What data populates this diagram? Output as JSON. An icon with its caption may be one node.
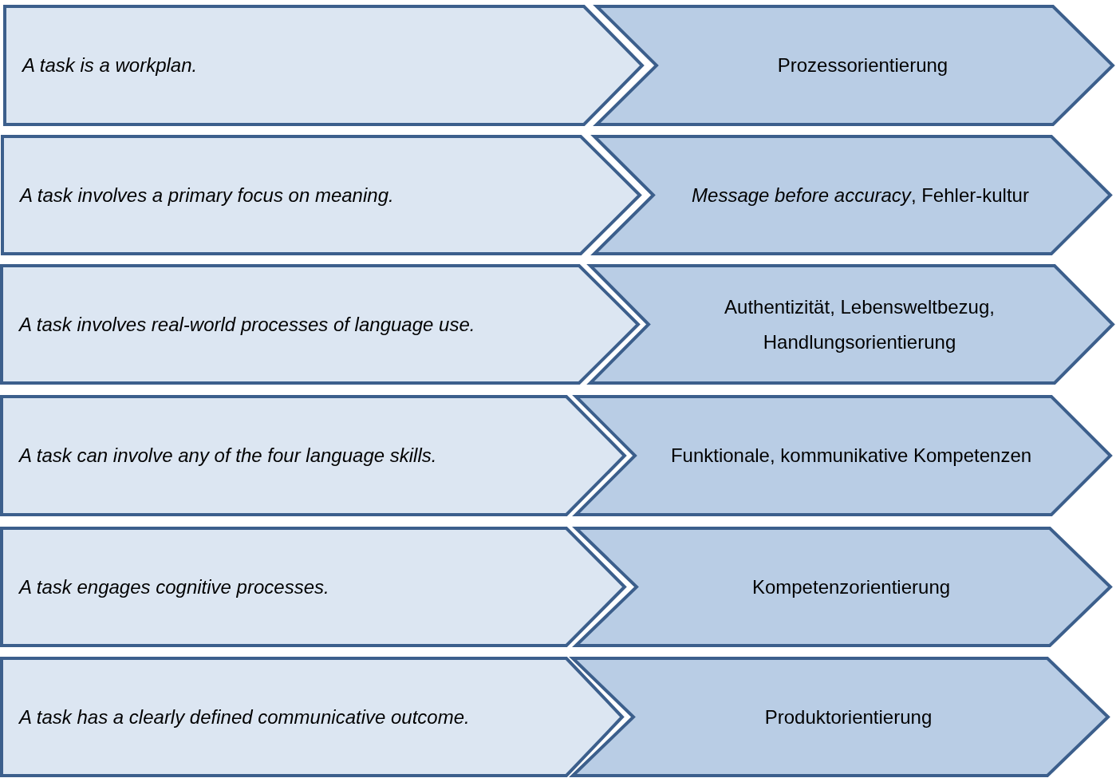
{
  "diagram": {
    "nodes": [
      {
        "text": [
          "A task is a workplan."
        ]
      },
      {
        "text": [
          "Prozessorientierung"
        ]
      },
      {
        "text": [
          "A task involves a primary focus on meaning."
        ]
      },
      {
        "text": [
          "*Message before accuracy*, Fehler-kultur"
        ]
      },
      {
        "text": [
          "A task involves real-world processes of language use."
        ]
      },
      {
        "text": [
          "Authentizität, Lebensweltbezug, Handlungsorientierung"
        ]
      },
      {
        "text": [
          "A task can involve any of the four language skills."
        ]
      },
      {
        "text": [
          "Funktionale, kommunikative Kompetenzen"
        ]
      },
      {
        "text": [
          "A task engages cognitive processes."
        ]
      },
      {
        "text": [
          "Kompetenzorientierung"
        ]
      },
      {
        "text": [
          "A task has a clearly defined communicative outcome."
        ]
      },
      {
        "text": [
          "Produktorientierung"
        ]
      }
    ]
  }
}
